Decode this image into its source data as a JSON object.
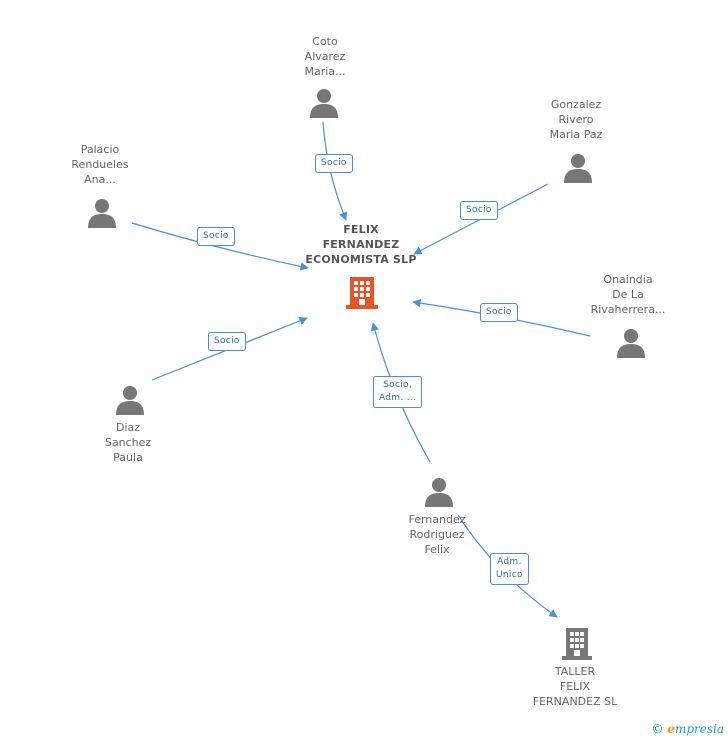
{
  "colors": {
    "edge": "#4a90d9",
    "person": "#777777",
    "main_company": "#e8552a",
    "company": "#777777"
  },
  "center": {
    "label": "FELIX\nFERNANDEZ\nECONOMISTA SLP",
    "icon": "building-icon"
  },
  "persons": [
    {
      "id": "coto",
      "label": "Coto\nAlvarez\nMaria...",
      "icon": "person-icon"
    },
    {
      "id": "gonzalez",
      "label": "Gonzalez\nRivero\nMaria Paz",
      "icon": "person-icon"
    },
    {
      "id": "palacio",
      "label": "Palacio\nRendueles\nAna...",
      "icon": "person-icon"
    },
    {
      "id": "onaindia",
      "label": "Onaindia\nDe La\nRivaherrera...",
      "icon": "person-icon"
    },
    {
      "id": "diaz",
      "label": "Diaz\nSanchez\nPaula",
      "icon": "person-icon"
    },
    {
      "id": "fernandez",
      "label": "Fernandez\nRodriguez\nFelix",
      "icon": "person-icon"
    }
  ],
  "companies": [
    {
      "id": "taller",
      "label": "TALLER\nFELIX\nFERNANDEZ SL",
      "icon": "building-icon"
    }
  ],
  "edges": [
    {
      "from": "coto",
      "to": "center",
      "label": "Socio"
    },
    {
      "from": "gonzalez",
      "to": "center",
      "label": "Socio"
    },
    {
      "from": "palacio",
      "to": "center",
      "label": "Socio"
    },
    {
      "from": "onaindia",
      "to": "center",
      "label": "Socio"
    },
    {
      "from": "diaz",
      "to": "center",
      "label": "Socio"
    },
    {
      "from": "fernandez",
      "to": "center",
      "label": "Socio,\nAdm. ..."
    },
    {
      "from": "fernandez",
      "to": "taller",
      "label": "Adm.\nUnico"
    }
  ],
  "footer": {
    "copyright": "©",
    "brand_initial": "e",
    "brand_rest": "mpresia"
  }
}
